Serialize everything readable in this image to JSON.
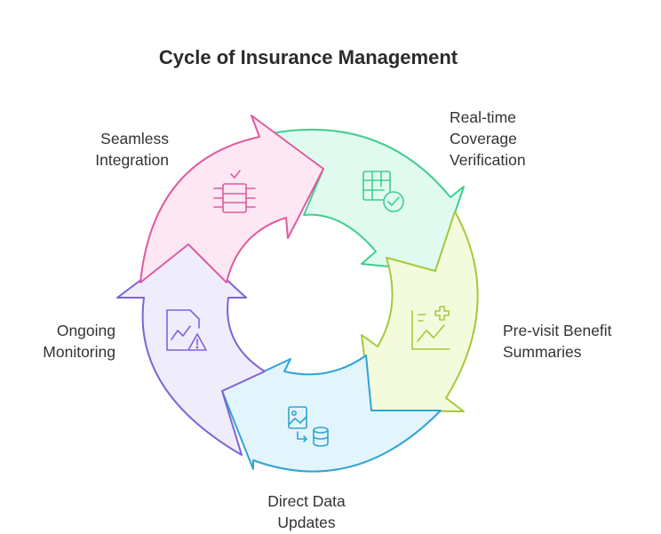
{
  "title": "Cycle of Insurance Management",
  "stages": [
    {
      "line1": "Real-time",
      "line2": "Coverage",
      "line3": "Verification",
      "color": "#3ecf8e",
      "fill": "#e0faf0",
      "icon": "grid-check-icon"
    },
    {
      "line1": "Pre-visit Benefit",
      "line2": "Summaries",
      "color": "#a4c93a",
      "fill": "#f4fbdc",
      "icon": "chart-plus-icon"
    },
    {
      "line1": "Direct Data",
      "line2": "Updates",
      "color": "#2fa4d4",
      "fill": "#e3f5fc",
      "icon": "image-to-database-icon"
    },
    {
      "line1": "Ongoing",
      "line2": "Monitoring",
      "color": "#7f62d8",
      "fill": "#efedfc",
      "icon": "chart-warning-icon"
    },
    {
      "line1": "Seamless",
      "line2": "Integration",
      "color": "#e05aa0",
      "fill": "#fde7f2",
      "icon": "server-check-icon"
    }
  ]
}
